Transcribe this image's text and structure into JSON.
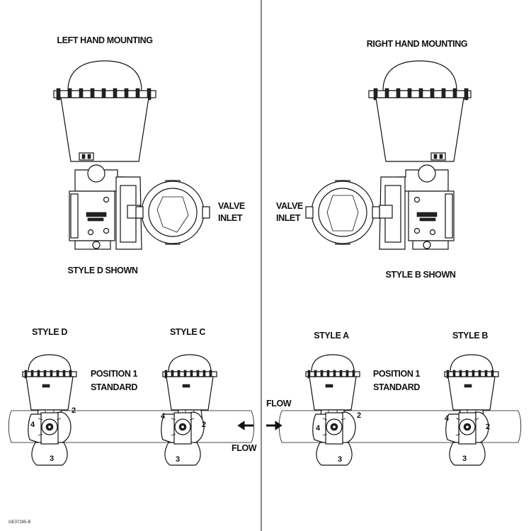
{
  "left": {
    "title": "LEFT HAND MOUNTING",
    "caption": "STYLE D SHOWN",
    "inlet": [
      "VALVE",
      "INLET"
    ]
  },
  "right": {
    "title": "RIGHT HAND MOUNTING",
    "caption": "STYLE B SHOWN",
    "inlet": [
      "VALVE",
      "INLET"
    ]
  },
  "bottom_left": {
    "style_1": "STYLE D",
    "style_2": "STYLE C",
    "position": [
      "POSITION 1",
      "STANDARD"
    ],
    "flow": "FLOW"
  },
  "bottom_right": {
    "style_1": "STYLE A",
    "style_2": "STYLE B",
    "position": [
      "POSITION 1",
      "STANDARD"
    ],
    "flow": "FLOW"
  },
  "numbers": {
    "n2": "2",
    "n3": "3",
    "n4": "4"
  },
  "drawing_id": "GE37285-B"
}
